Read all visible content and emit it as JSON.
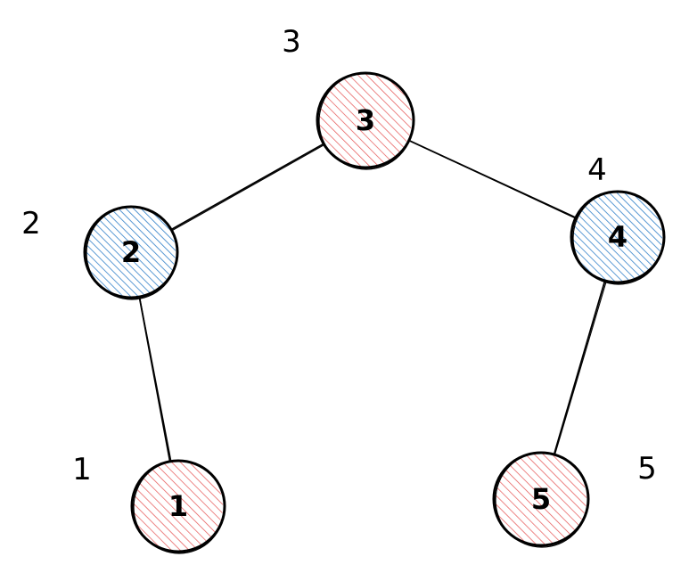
{
  "diagram": {
    "type": "graph",
    "colors": {
      "red": "#e03131",
      "blue": "#1971c2",
      "stroke": "#000000"
    },
    "nodes": [
      {
        "id": "1",
        "label": "1",
        "outer_label": "1",
        "fill": "red"
      },
      {
        "id": "2",
        "label": "2",
        "outer_label": "2",
        "fill": "blue"
      },
      {
        "id": "3",
        "label": "3",
        "outer_label": "3",
        "fill": "red"
      },
      {
        "id": "4",
        "label": "4",
        "outer_label": "4",
        "fill": "blue"
      },
      {
        "id": "5",
        "label": "5",
        "outer_label": "5",
        "fill": "red"
      }
    ],
    "edges": [
      {
        "from": "1",
        "to": "2"
      },
      {
        "from": "2",
        "to": "3"
      },
      {
        "from": "3",
        "to": "4"
      },
      {
        "from": "4",
        "to": "5"
      }
    ]
  }
}
